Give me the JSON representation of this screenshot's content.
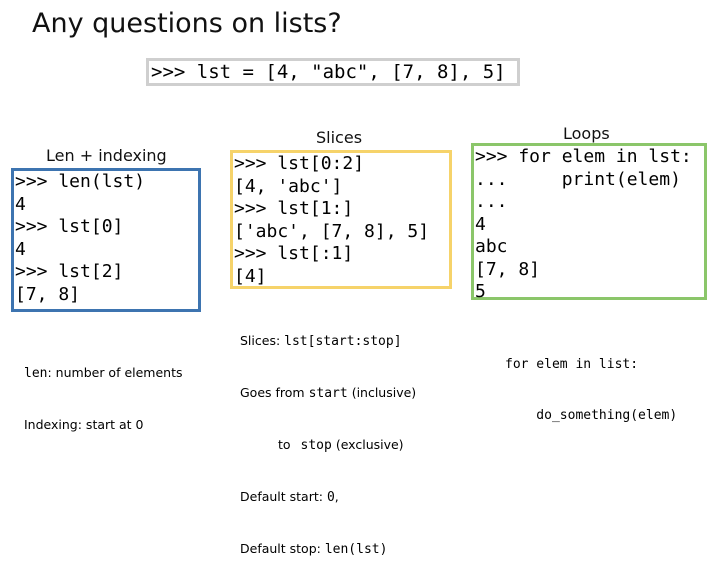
{
  "slide": {
    "title": "Any questions on lists?",
    "main_code": ">>> lst = [4, \"abc\", [7, 8], 5]"
  },
  "len_section": {
    "title": "Len + indexing",
    "code_lines": [
      ">>> len(lst)",
      "4",
      ">>> lst[0]",
      "4",
      ">>> lst[2]",
      "[7, 8]"
    ],
    "note": {
      "len_code": "len",
      "len_text": ": number of elements",
      "indexing_text": "Indexing: start at 0"
    }
  },
  "slices_section": {
    "title": "Slices",
    "code_lines": [
      ">>> lst[0:2]",
      "[4, 'abc']",
      ">>> lst[1:]",
      "['abc', [7, 8], 5]",
      ">>> lst[:1]",
      "[4]"
    ],
    "note": {
      "l1_text": "Slices: ",
      "l1_code": "lst[start:stop]",
      "l2_text": "Goes from ",
      "l2_code": "start",
      "l2_rest": " (inclusive)",
      "l3_text": "to ",
      "l3_code": "stop",
      "l3_rest": " (exclusive)",
      "l4_text": "Default start: ",
      "l4_code": "0",
      "l4_rest": ",",
      "l5_text": "Default stop: ",
      "l5_code": "len(lst)"
    }
  },
  "loops_section": {
    "title": "Loops",
    "code_lines": [
      ">>> for elem in lst:",
      "...     print(elem)",
      "...",
      "4",
      "abc",
      "[7, 8]",
      "5"
    ],
    "note_lines": [
      "for elem in list:",
      "    do_something(elem)"
    ]
  }
}
